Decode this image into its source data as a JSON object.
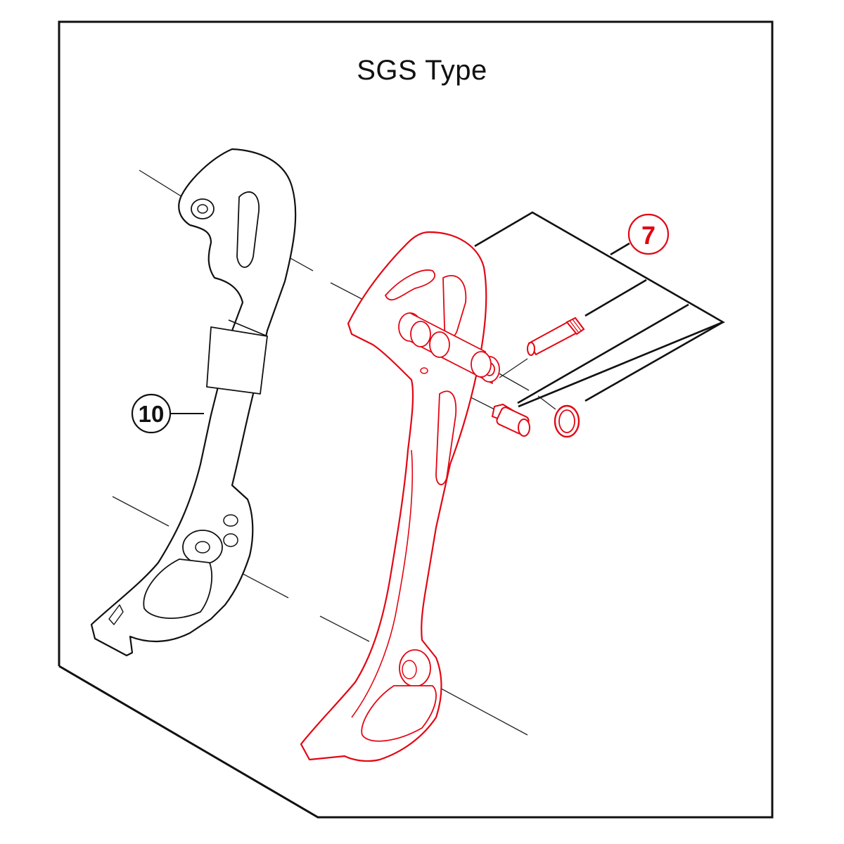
{
  "diagram": {
    "title": "SGS Type",
    "type": "exploded parts diagram",
    "colors": {
      "outline": "#111111",
      "highlight": "#e30613",
      "background": "#ffffff"
    },
    "callouts": [
      {
        "number": "10",
        "color": "#111111",
        "part": "inner plate (outer guide plate, black)"
      },
      {
        "number": "7",
        "color": "#e30613",
        "part": "outer plate unit (red) with bolt, pin, nut, and ring"
      }
    ]
  }
}
